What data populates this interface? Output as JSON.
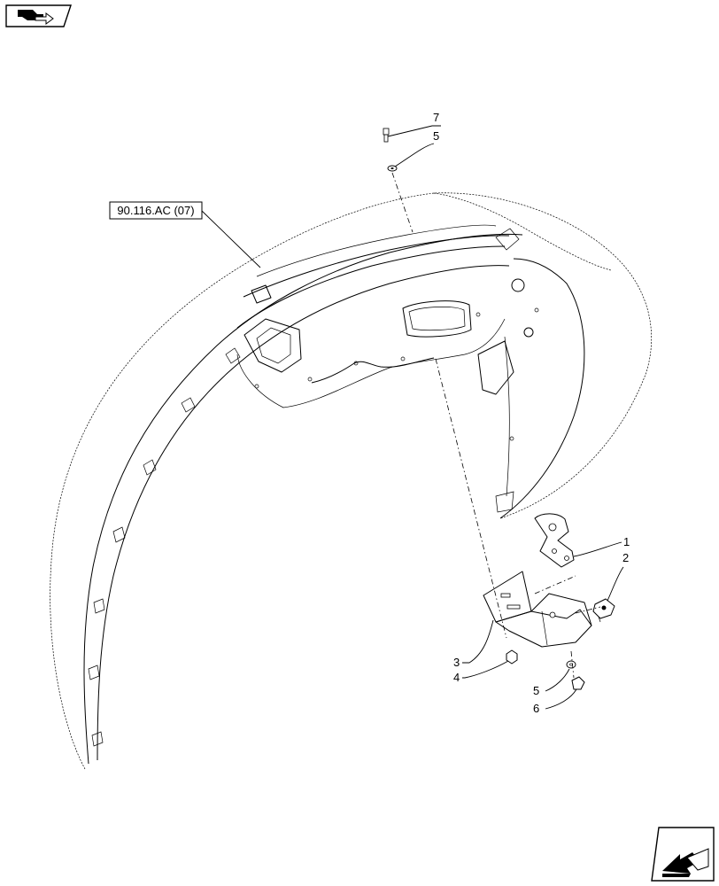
{
  "reference_label": "90.116.AC (07)",
  "callouts": {
    "c1": "1",
    "c2": "2",
    "c3": "3",
    "c4": "4",
    "c5a": "5",
    "c5b": "5",
    "c6": "6",
    "c7": "7"
  },
  "icons": {
    "top_left": "page-navigation-icon",
    "bottom_right": "next-page-arrow-icon"
  }
}
